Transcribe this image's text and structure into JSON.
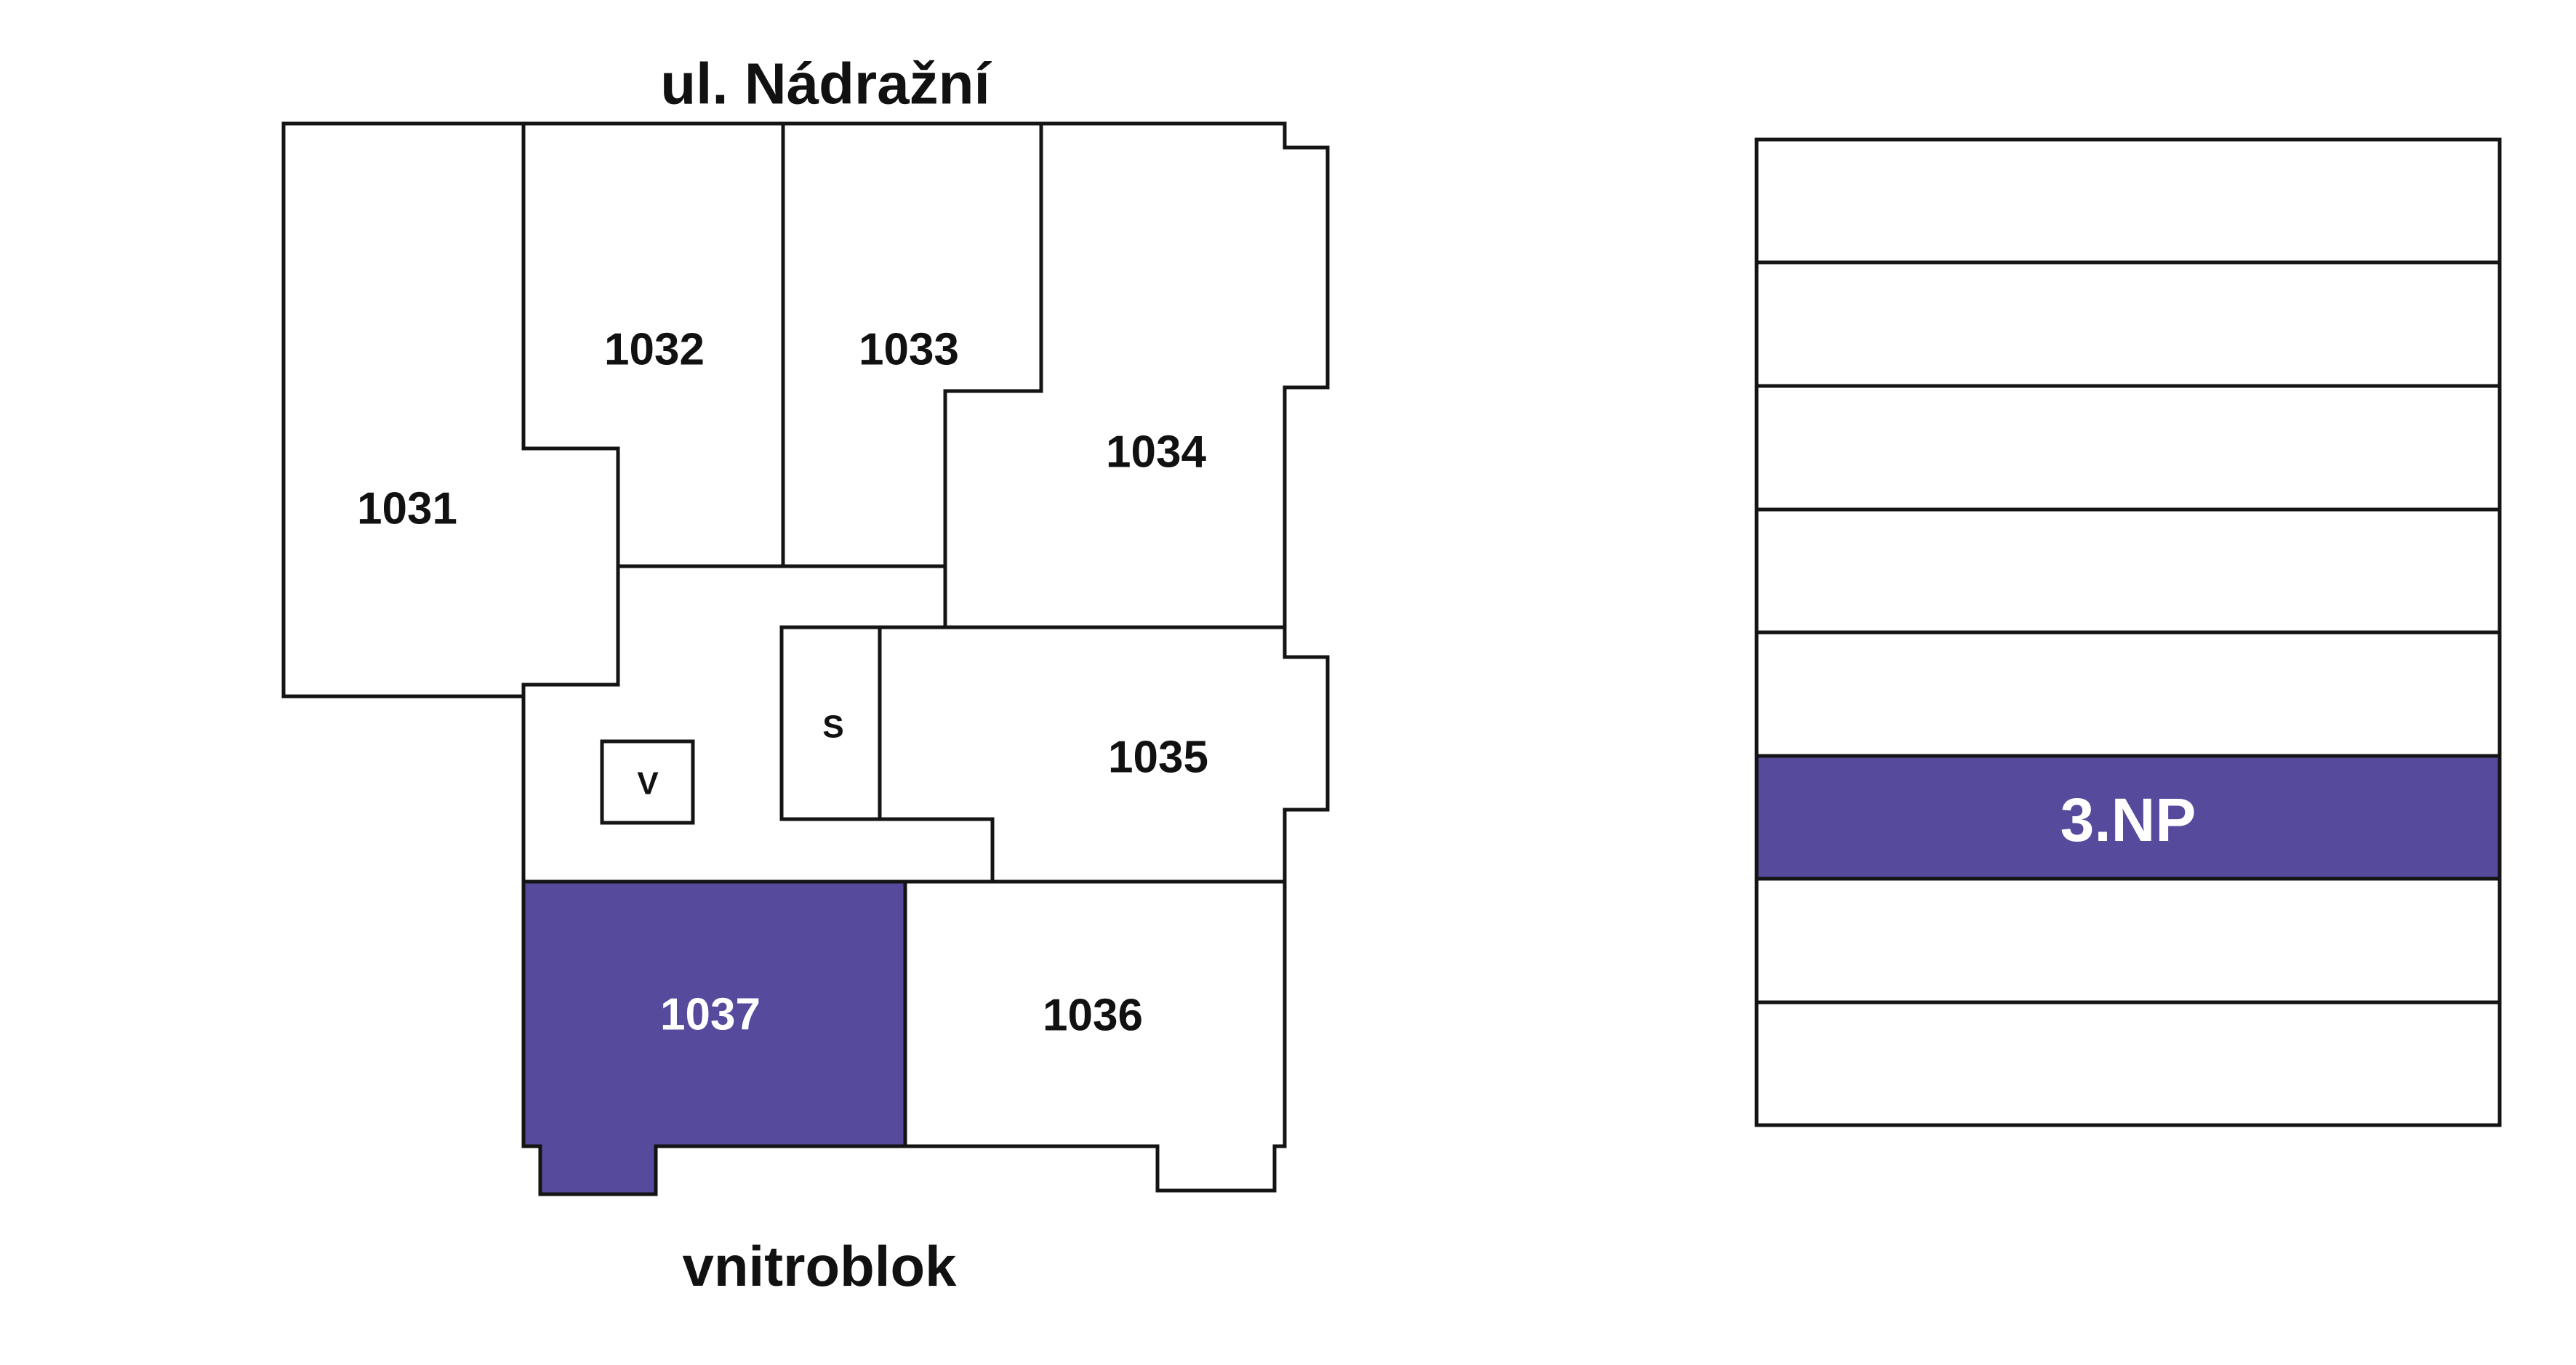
{
  "title": "ul. Nádražní",
  "footer": "vnitroblok",
  "floor_plan": {
    "street_side_label": "ul. Nádražní",
    "courtyard_side_label": "vnitroblok",
    "highlighted_room": "1037",
    "rooms": [
      {
        "label": "1031",
        "highlighted": false
      },
      {
        "label": "1032",
        "highlighted": false
      },
      {
        "label": "1033",
        "highlighted": false
      },
      {
        "label": "1034",
        "highlighted": false
      },
      {
        "label": "1035",
        "highlighted": false
      },
      {
        "label": "1036",
        "highlighted": false
      },
      {
        "label": "1037",
        "highlighted": true
      }
    ],
    "utility_labels": {
      "staircase": "S",
      "elevator": "V"
    }
  },
  "floor_selector": {
    "floors_total": 8,
    "selected_floor_label": "3.NP",
    "selected_floor_index_from_top": 6
  },
  "colors": {
    "highlight": "#554a9c",
    "highlight_text": "#ffffff",
    "wall": "#141414",
    "text": "#111111",
    "background": "#ffffff"
  }
}
